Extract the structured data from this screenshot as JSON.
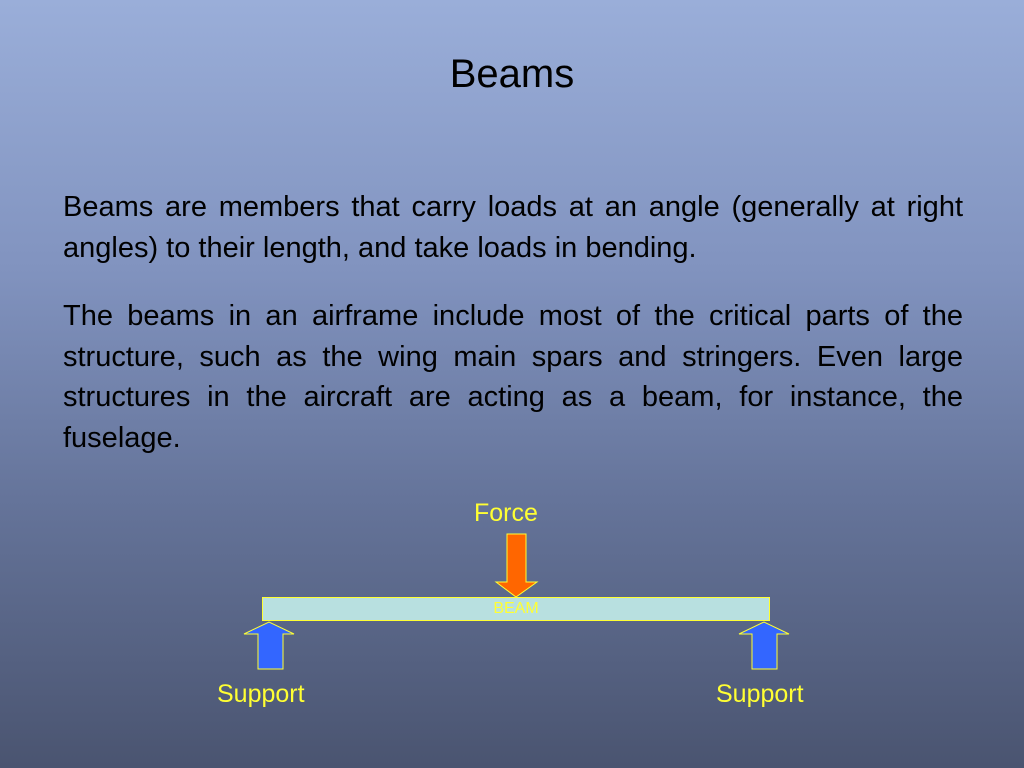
{
  "slide": {
    "title": "Beams",
    "paragraphs": [
      "Beams are members that carry loads at an angle (generally at right angles) to their length, and take loads in bending.",
      "The beams in an airframe include most of the critical parts of the structure, such as the wing main spars and stringers. Even large structures in the aircraft are acting as a beam, for instance, the fuselage."
    ]
  },
  "diagram": {
    "force_label": "Force",
    "beam_label": "BEAM",
    "support_left_label": "Support",
    "support_right_label": "Support",
    "colors": {
      "label_text": "#ffff33",
      "beam_fill": "#b8e0e0",
      "force_arrow": "#ff6600",
      "support_arrow": "#3366ff",
      "arrow_outline": "#ffff33"
    }
  }
}
